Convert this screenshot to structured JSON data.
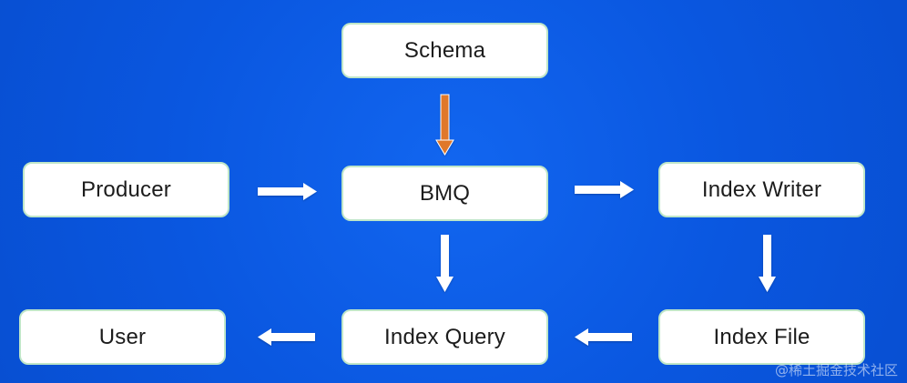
{
  "nodes": {
    "schema": "Schema",
    "producer": "Producer",
    "bmq": "BMQ",
    "index_writer": "Index Writer",
    "user": "User",
    "index_query": "Index Query",
    "index_file": "Index File"
  },
  "colors": {
    "background": "#0a57e0",
    "node_fill": "#ffffff",
    "node_border": "#bfe6c8",
    "arrow_white": "#ffffff",
    "arrow_orange": "#e0782a"
  },
  "watermark": "@稀土掘金技术社区"
}
